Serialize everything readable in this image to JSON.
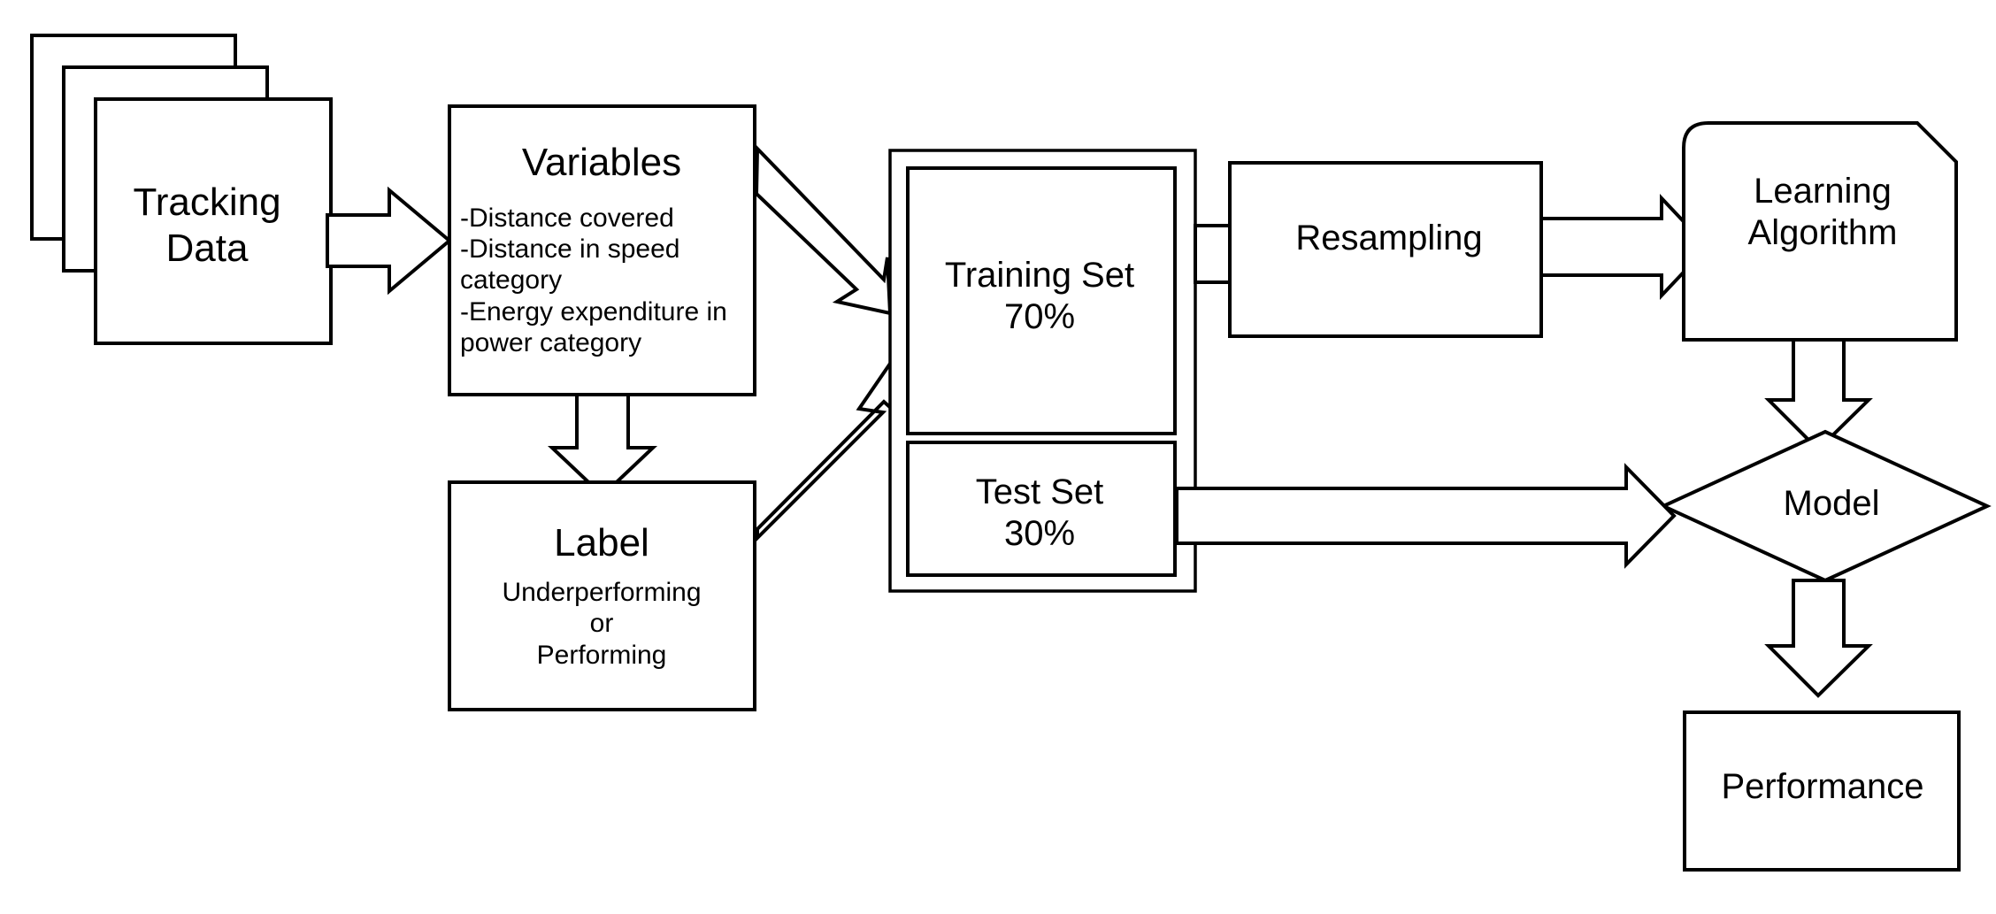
{
  "diagram": {
    "title": "Machine learning workflow for player performance classification",
    "type": "flowchart",
    "background_color": "#ffffff",
    "stroke_color": "#000000"
  },
  "nodes": {
    "tracking_data": {
      "id": "tracking-data",
      "shape": "stacked-rectangles",
      "stack_count": 3,
      "lines": [
        "Tracking",
        "Data"
      ]
    },
    "variables": {
      "id": "variables",
      "shape": "rectangle",
      "title": "Variables",
      "items": [
        "-Distance covered",
        "-Distance in speed",
        " category",
        "-Energy expenditure in",
        " power category"
      ]
    },
    "label": {
      "id": "label",
      "shape": "rectangle",
      "title": "Label",
      "lines": [
        "Underperforming",
        "or",
        "Performing"
      ]
    },
    "split_container": {
      "id": "data-split-container",
      "shape": "rectangle-outer"
    },
    "training_set": {
      "id": "training-set",
      "shape": "rectangle",
      "lines": [
        "Training Set",
        "70%"
      ],
      "percent": "70%"
    },
    "test_set": {
      "id": "test-set",
      "shape": "rectangle",
      "lines": [
        "Test Set",
        "30%"
      ],
      "percent": "30%"
    },
    "resampling": {
      "id": "resampling",
      "shape": "rectangle",
      "lines": [
        "Resampling"
      ]
    },
    "learning_algorithm": {
      "id": "learning-algorithm",
      "shape": "rounded-left-cut-right-rectangle",
      "lines": [
        "Learning",
        "Algorithm"
      ]
    },
    "model": {
      "id": "model",
      "shape": "diamond",
      "lines": [
        "Model"
      ]
    },
    "performance": {
      "id": "performance",
      "shape": "rectangle",
      "lines": [
        "Performance"
      ]
    }
  },
  "edges": [
    {
      "id": "edge-tracking-to-variables",
      "from": "tracking_data",
      "to": "variables",
      "style": "block-arrow",
      "direction": "right"
    },
    {
      "id": "edge-variables-to-label",
      "from": "variables",
      "to": "label",
      "style": "block-arrow",
      "direction": "down"
    },
    {
      "id": "edge-variables-to-split",
      "from": "variables",
      "to": "split_container",
      "style": "block-arrow",
      "direction": "down-right"
    },
    {
      "id": "edge-label-to-split",
      "from": "label",
      "to": "split_container",
      "style": "block-arrow",
      "direction": "up-right"
    },
    {
      "id": "edge-training-to-resampling",
      "from": "training_set",
      "to": "resampling",
      "style": "block-arrow",
      "direction": "right"
    },
    {
      "id": "edge-resampling-to-learning",
      "from": "resampling",
      "to": "learning_algorithm",
      "style": "block-arrow",
      "direction": "right"
    },
    {
      "id": "edge-learning-to-model",
      "from": "learning_algorithm",
      "to": "model",
      "style": "block-arrow",
      "direction": "down"
    },
    {
      "id": "edge-test-to-model",
      "from": "test_set",
      "to": "model",
      "style": "block-arrow",
      "direction": "right"
    },
    {
      "id": "edge-model-to-performance",
      "from": "model",
      "to": "performance",
      "style": "block-arrow",
      "direction": "down"
    }
  ]
}
